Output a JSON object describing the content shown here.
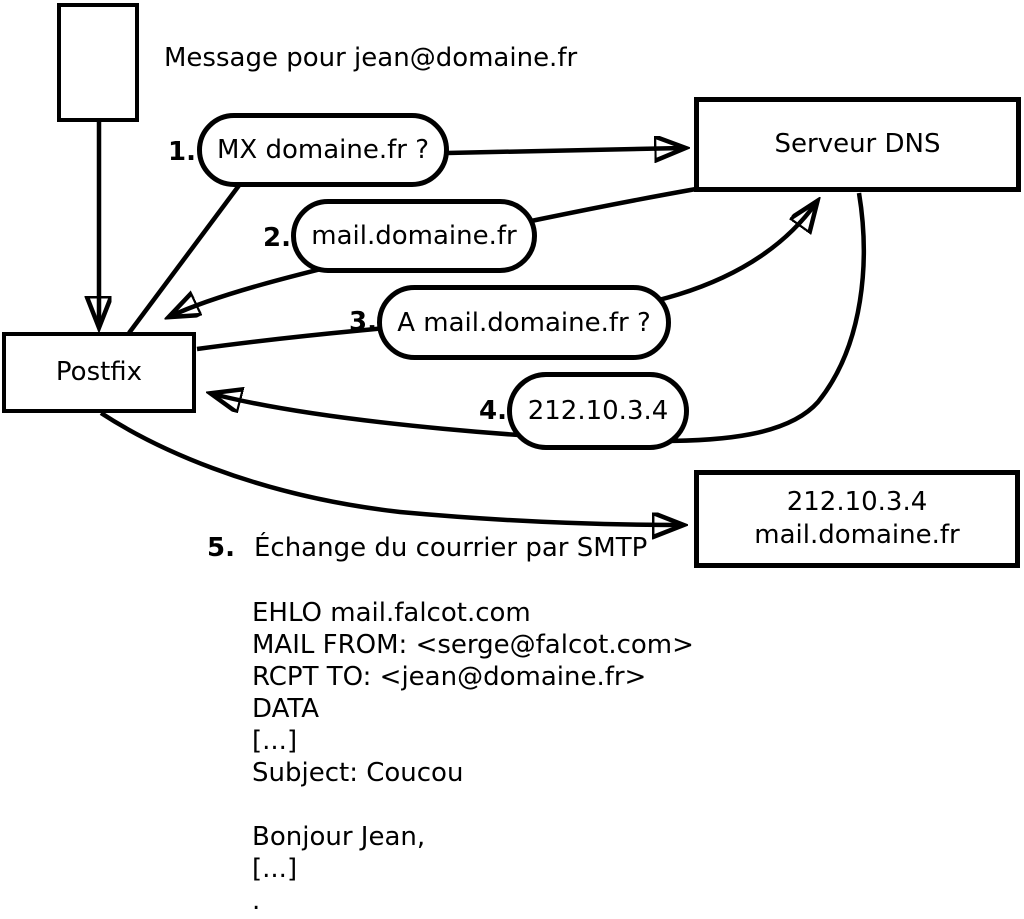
{
  "colors": {
    "ink": "#000000",
    "background": "#ffffff"
  },
  "annotations": {
    "message": "Message pour jean@domaine.fr"
  },
  "nodes": {
    "postfix": {
      "label": "Postfix"
    },
    "dns_server": {
      "label": "Serveur DNS"
    },
    "mail_server": {
      "line1": "212.10.3.4",
      "line2": "mail.domaine.fr"
    }
  },
  "steps": [
    {
      "num": "1.",
      "label": "MX domaine.fr ?"
    },
    {
      "num": "2.",
      "label": "mail.domaine.fr"
    },
    {
      "num": "3.",
      "label": "A mail.domaine.fr ?"
    },
    {
      "num": "4.",
      "label": "212.10.3.4"
    },
    {
      "num": "5.",
      "label": "Échange du courrier par SMTP"
    }
  ],
  "smtp_session": {
    "lines": [
      "EHLO mail.falcot.com",
      "MAIL FROM: <serge@falcot.com>",
      "RCPT TO: <jean@domaine.fr>",
      "DATA",
      "[...]",
      "Subject: Coucou",
      "",
      "Bonjour Jean,",
      "[...]",
      "."
    ]
  }
}
